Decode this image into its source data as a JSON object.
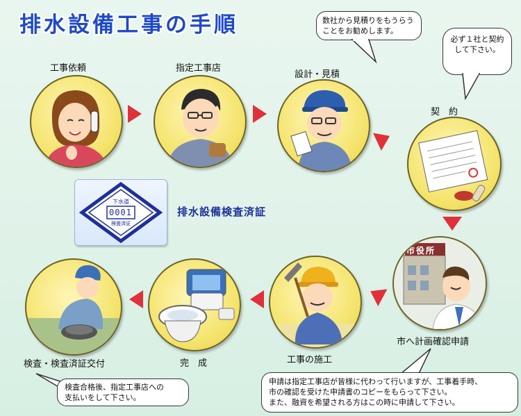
{
  "title": "排水設備工事の手順",
  "steps": {
    "request": "工事依頼",
    "contractor": "指定工事店",
    "design": "設計・見積",
    "contract": "契　約",
    "application": "市へ計画確認申請",
    "construction": "工事の施工",
    "completion": "完　成",
    "inspection": "検査・検査済証交付"
  },
  "bubbles": {
    "estimate": [
      "数社から見積りをもうらう",
      "ことをお勧めします。"
    ],
    "contract_note": [
      "必ず１社と契約",
      "して下さい。"
    ],
    "payment": [
      "検査合格後、指定工事店への",
      "支払いをして下さい。"
    ],
    "application_note": [
      "申請は指定工事店が皆様に代わって行いますが、工事着手時、",
      "市の確認を受けた申請書のコピーをもらって下さい。",
      "また、融資を希望される方はこの時に申請して下さい。"
    ]
  },
  "badge": {
    "title": "排水設備検査済証",
    "plate_top": "下水道",
    "plate_number": "0001",
    "plate_bottom": "検査済証"
  },
  "city_sign": "市役所",
  "colors": {
    "title": "#1e49c8",
    "arrow": "#e0303a",
    "circle": "#f4e36a",
    "badge": "#1e2f9c"
  }
}
